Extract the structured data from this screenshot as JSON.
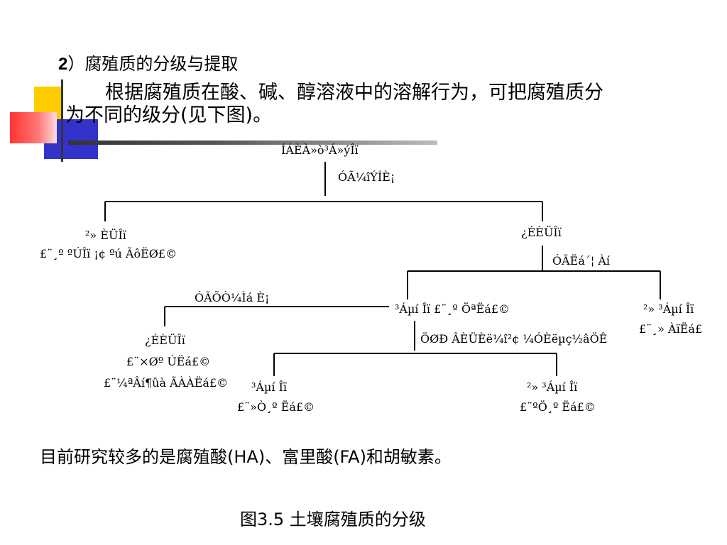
{
  "slide": {
    "heading_number": "2",
    "heading_paren": "）",
    "heading_text": "腐殖质的分级与提取",
    "para_line1": "根据腐殖质在酸、碱、醇溶液中的溶解行为，可把腐殖质分",
    "para_line2": "为不同的级分(见下图)。",
    "bottom_text": "目前研究较多的是腐殖酸(HA)、富里酸(FA)和胡敏素。",
    "caption": "图3.5  土壤腐殖质的分级"
  },
  "colors": {
    "yellow": "#ffcc00",
    "blue": "#3333cc",
    "red": "#ff3333",
    "dark_bar": "#333333"
  },
  "diagram": {
    "root": "ÍÁÈÀ»ò³Á»ýÎï",
    "edge_root": "ÓÃ¼îÝÍÈ¡",
    "left_node": "²» ÈÜÎï",
    "left_sub": "£¨¸º ºÚÎï ¡¢ ºú ÃôËØ£©",
    "right_node": "¿ÉÈÜÎï",
    "edge_right": "ÓÃËá´¦ Àí",
    "mid_edge": "ÓÃÕÒ¼Ìá È¡",
    "mid_node": "³Áµí Îï £¨¸º ÖªËá£©",
    "far_right_node": "²» ³Áµí Îï",
    "far_right_sub": "£¨¸» ÀïËá£",
    "ll_node": "¿ÉÈÜÎï",
    "ll_sub1": "£¨×Øº ÚËá£©",
    "ll_sub2": "£¨¼ªÂí¶ûà ÃÀÀËá£©",
    "mid_edge2": "ÖØÐ ÂÈÜÈë¼î²¢ ¼ÓÈëµç½âÖÊ",
    "bl_node": "³Áµí Îï",
    "bl_sub": "£¨»Ò¸º Ëá£©",
    "br_node": "²» ³Áµí Îï",
    "br_sub": "£¨ºÖ¸º Ëá£©"
  }
}
